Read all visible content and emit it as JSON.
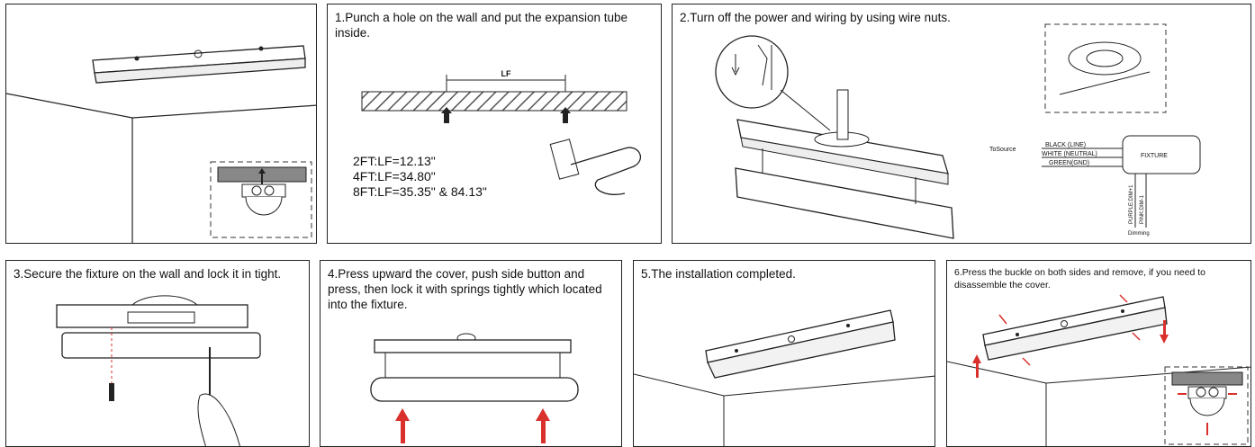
{
  "steps": {
    "s1": {
      "caption": "1.Punch a hole on the wall and put the expansion tube inside.",
      "lf_label": "LF",
      "lengths": [
        "2FT:LF=12.13\"",
        "4FT:LF=34.80\"",
        "8FT:LF=35.35\" & 84.13\""
      ]
    },
    "s2": {
      "caption": "2.Turn off the power and wiring by using wire nuts.",
      "to_source": "ToSource",
      "black": "BLACK (LINE)",
      "white": "WHITE (NEUTRAL)",
      "green": "GREEN(GND)",
      "fixture": "FIXTURE",
      "purple": "PURPLE:DIM+1",
      "pink": "PINK:DIM-1",
      "dimming": "Dimming"
    },
    "s3": {
      "caption": "3.Secure the fixture on the wall and lock it in tight."
    },
    "s4": {
      "caption": "4.Press upward the cover, push side button and press, then lock it with springs tightly which located into the fixture."
    },
    "s5": {
      "caption": "5.The installation completed."
    },
    "s6": {
      "caption": "6.Press the buckle on both sides and remove, if you need to disassemble the cover."
    }
  },
  "colors": {
    "arrow_red": "#d9302c",
    "line": "#222222",
    "hatch": "#555555"
  }
}
